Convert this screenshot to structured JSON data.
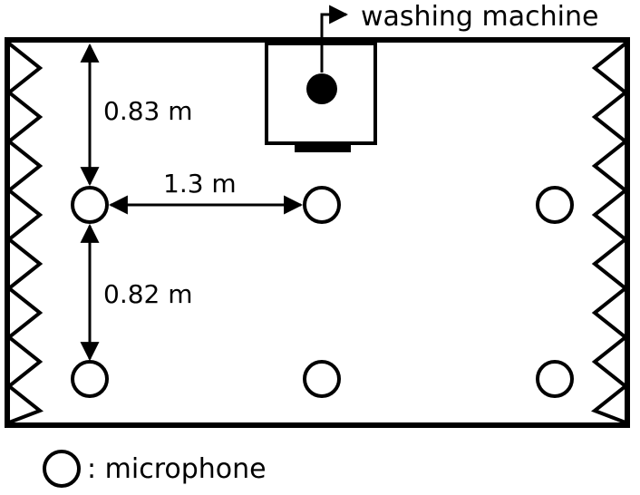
{
  "diagram": {
    "wall_top_label": "0.83 m",
    "mic_spacing_label": "1.3 m",
    "mic_row_spacing_label": "0.82 m",
    "source_label": "washing machine",
    "legend_label": ": microphone"
  },
  "colors": {
    "stroke": "#000000",
    "background": "#ffffff"
  },
  "icons": {
    "absorber": "sawtooth-wedge-icon",
    "microphone": "circle-outline-icon",
    "source": "filled-dot-icon"
  }
}
